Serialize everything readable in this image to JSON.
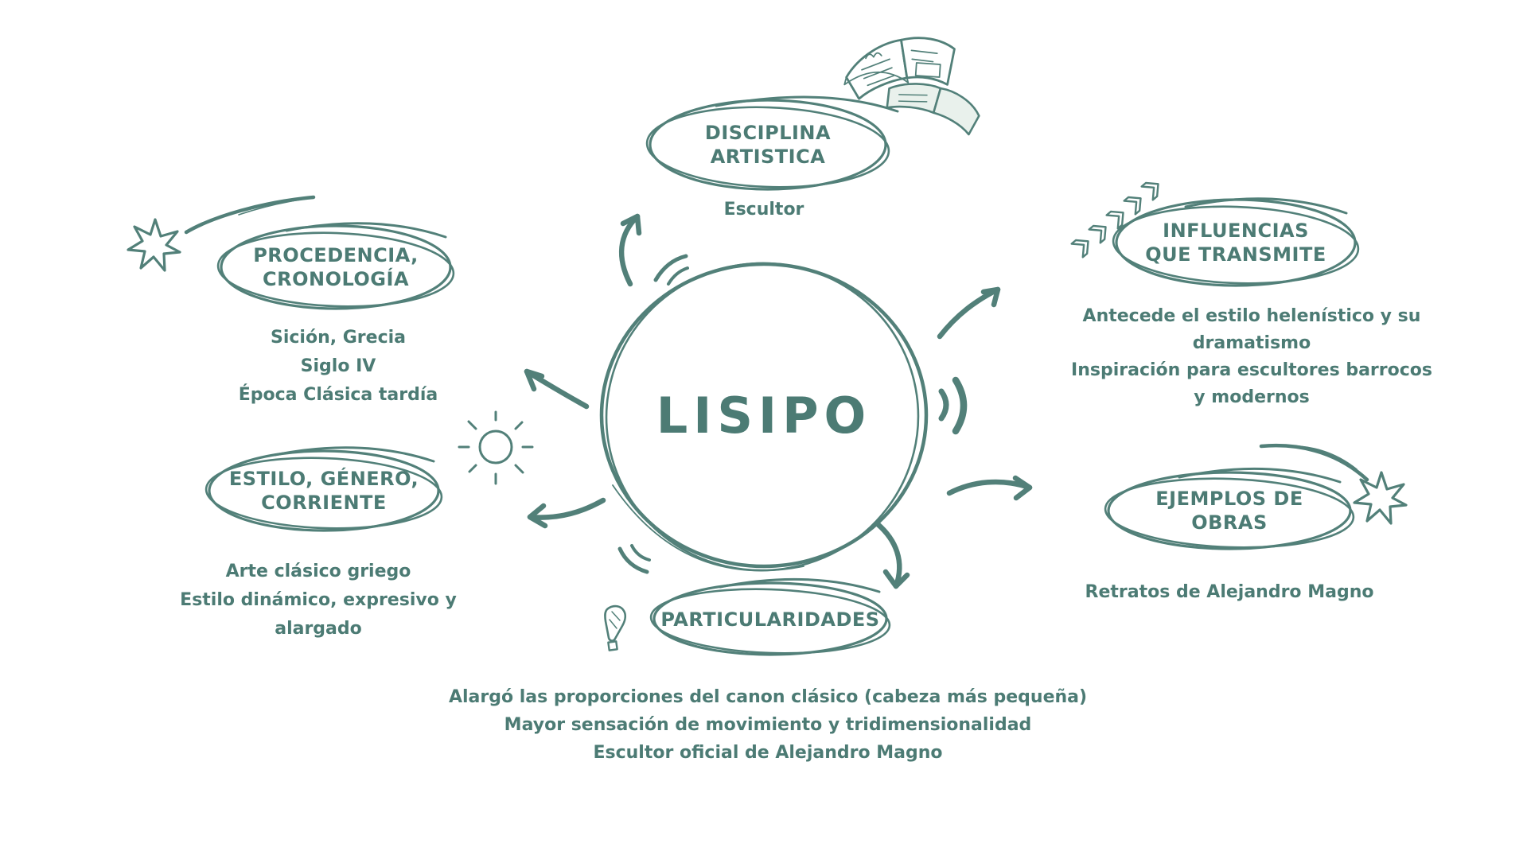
{
  "colors": {
    "ink": "#528079",
    "ink_text": "#4c7b74",
    "paper": "#ffffff",
    "book_shade": "#e9f1ec"
  },
  "center": {
    "label": "LISIPO"
  },
  "branches": {
    "disciplina": {
      "title": "DISCIPLINA ARTISTICA",
      "body": [
        "Escultor"
      ]
    },
    "procedencia": {
      "title": "PROCEDENCIA, CRONOLOGÍA",
      "body": [
        "Sición, Grecia",
        "Siglo IV",
        "Época Clásica tardía"
      ]
    },
    "estilo": {
      "title": "ESTILO, GÉNERO, CORRIENTE",
      "body": [
        "Arte clásico griego",
        "Estilo dinámico, expresivo y alargado"
      ]
    },
    "influencias": {
      "title": "INFLUENCIAS QUE TRANSMITE",
      "body": [
        "Antecede el estilo helenístico y su dramatismo",
        "Inspiración para escultores barrocos y modernos"
      ]
    },
    "ejemplos": {
      "title": "EJEMPLOS DE OBRAS",
      "body": [
        "Retratos de Alejandro Magno"
      ]
    },
    "particularidades": {
      "title": "PARTICULARIDADES",
      "body": [
        "Alargó las proporciones del canon clásico (cabeza más pequeña)",
        "Mayor sensación de movimiento y tridimensionalidad",
        "Escultor oficial de Alejandro Magno"
      ]
    }
  },
  "icons": {
    "book": "open-book",
    "sparkle_left": "sparkle-star",
    "sparkle_right": "sparkle-star",
    "sun": "sun",
    "chevrons": "ascending-chevrons",
    "sound_waves": "sound-waves",
    "exclamation": "exclamation-mark"
  }
}
